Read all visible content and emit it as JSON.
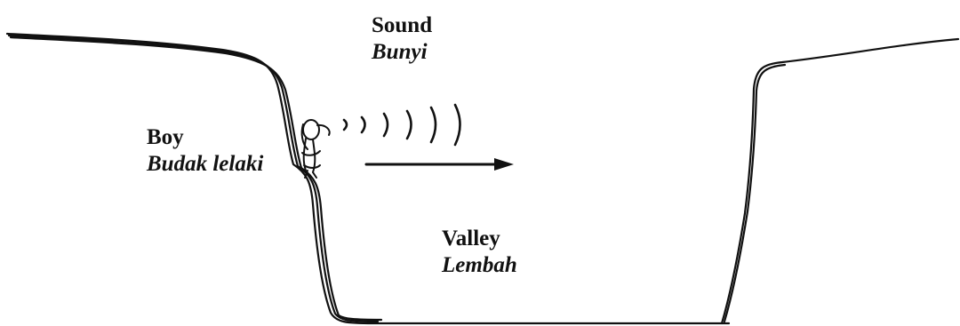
{
  "labels": {
    "sound": {
      "en": "Sound",
      "ms": "Bunyi"
    },
    "boy": {
      "en": "Boy",
      "ms": "Budak lelaki"
    },
    "valley": {
      "en": "Valley",
      "ms": "Lembah"
    }
  },
  "colors": {
    "ink": "#111111",
    "background": "#ffffff"
  },
  "icons": {
    "figure": "boy-figure-icon",
    "sound_waves": "sound-waves-icon",
    "direction": "arrow-right-icon"
  }
}
